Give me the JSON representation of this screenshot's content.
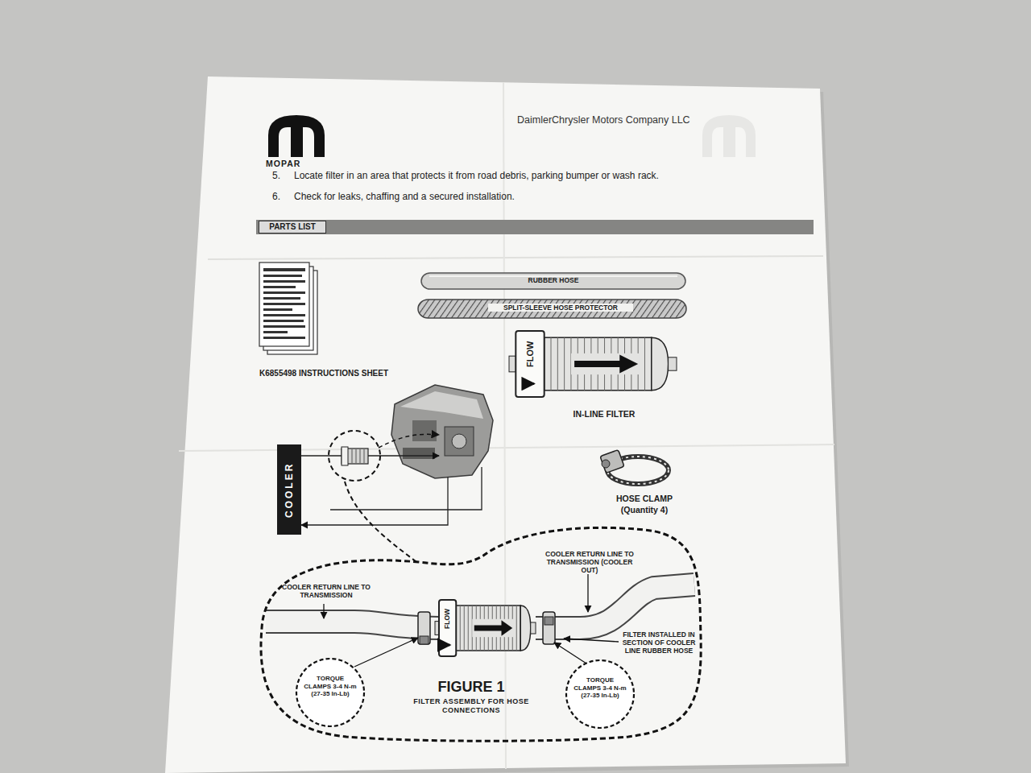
{
  "diagram": {
    "nodes": [
      {
        "text": [
          "PARTS LIST"
        ]
      },
      {
        "text": [
          "RUBBER HOSE"
        ]
      },
      {
        "text": [
          "SPLIT-SLEEVE HOSE PROTECTOR"
        ]
      },
      {
        "text": [
          "FLOW"
        ]
      },
      {
        "text": [
          "COOLER"
        ]
      },
      {
        "text": [
          "FIGURE 1",
          "FILTER ASSEMBLY FOR HOSE CONNECTIONS"
        ]
      },
      {
        "text": [
          "FLOW"
        ],
        "in": 5
      },
      {
        "text": [
          "TORQUE CLAMPS 3-4 N-m (27-35 In-Lb)"
        ],
        "in": 5
      },
      {
        "text": [
          "TORQUE CLAMPS 3-4 N-m (27-35 In-Lb)"
        ],
        "in": 5
      }
    ],
    "labels": [
      "MOPAR",
      "DaimlerChrysler Motors Company LLC",
      "5.",
      "Locate filter in an area that protects it from road debris, parking bumper or wash rack.",
      "6.",
      "Check for leaks, chaffing and a secured installation.",
      "K6855498 INSTRUCTIONS SHEET",
      "IN-LINE FILTER",
      "HOSE CLAMP",
      "(Quantity 4)",
      "COOLER RETURN LINE TO TRANSMISSION",
      "COOLER RETURN LINE TO TRANSMISSION (COOLER OUT)",
      "FILTER INSTALLED IN SECTION OF COOLER LINE RUBBER HOSE"
    ]
  }
}
